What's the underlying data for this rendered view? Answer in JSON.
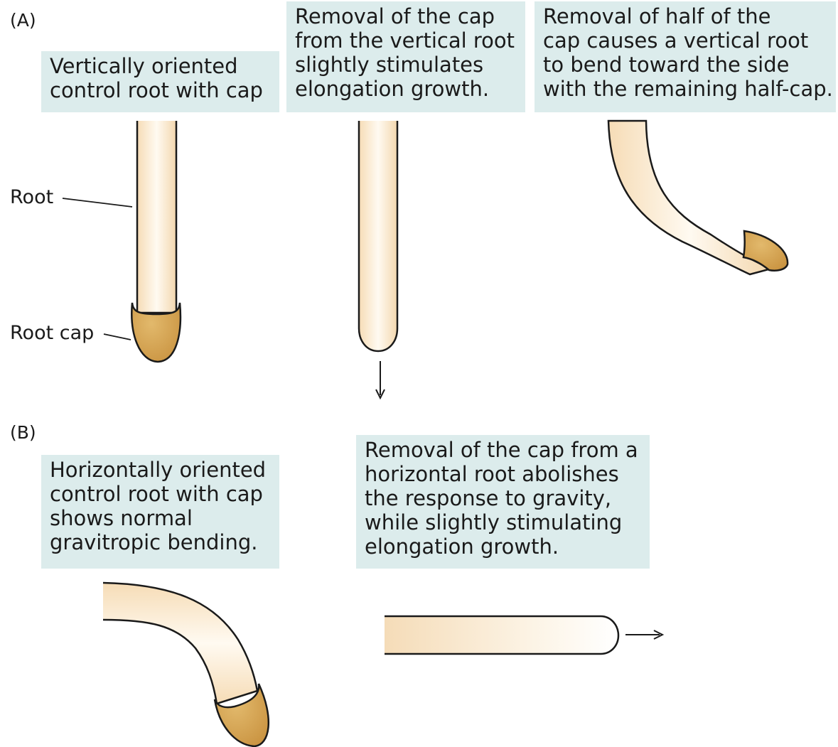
{
  "panels": [
    {
      "label": "(A)",
      "items": [
        {
          "caption_lines": [
            "Vertically oriented",
            "control root with cap"
          ],
          "callouts": {
            "root": "Root",
            "root_cap": "Root cap"
          }
        },
        {
          "caption_lines": [
            "Removal of the cap",
            "from the vertical root",
            "slightly stimulates",
            "elongation growth."
          ]
        },
        {
          "caption_lines": [
            "Removal of half of the",
            "cap causes a vertical root",
            "to bend toward the side",
            "with the remaining half-cap."
          ]
        }
      ]
    },
    {
      "label": "(B)",
      "items": [
        {
          "caption_lines": [
            "Horizontally oriented",
            "control root with cap",
            "shows normal",
            "gravitropic bending."
          ]
        },
        {
          "caption_lines": [
            "Removal of the cap from a",
            "horizontal root abolishes",
            "the response to gravity,",
            "while slightly stimulating",
            "elongation growth."
          ]
        }
      ]
    }
  ],
  "colors": {
    "caption_bg": "#dcecec",
    "root_fill": "#fbf1e2",
    "cap_fill": "#d4a552",
    "outline": "#1a1a1a"
  }
}
